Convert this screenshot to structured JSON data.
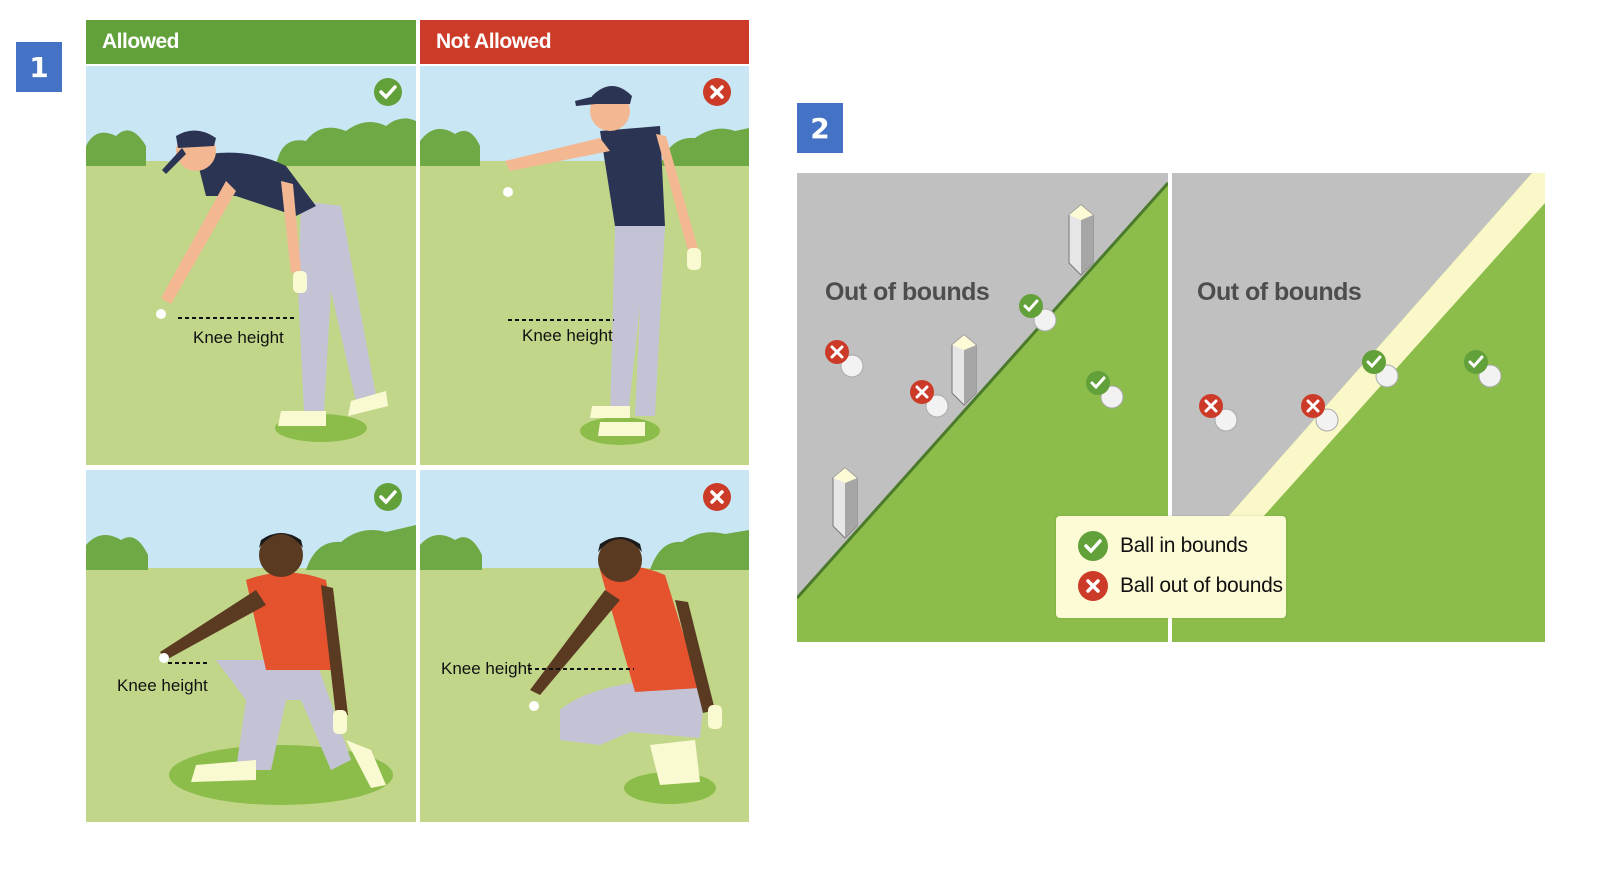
{
  "section1": {
    "badge": "1",
    "header_allowed": "Allowed",
    "header_not_allowed": "Not Allowed",
    "knee_label": "Knee height",
    "colors": {
      "allowed": "#62a03a",
      "not_allowed": "#cc3b27",
      "sky": "#c9e6f5",
      "grass": "#c2d68a",
      "bush": "#6ea945"
    }
  },
  "section2": {
    "badge": "2",
    "oob_label": "Out of bounds",
    "legend": {
      "in": "Ball in bounds",
      "out": "Ball out of bounds"
    },
    "colors": {
      "out_area": "#c0c0c0",
      "in_area": "#8cbd4b",
      "line": "#faf7c8"
    }
  },
  "icons": {
    "check": "check-circle-icon",
    "cross": "x-circle-icon"
  }
}
